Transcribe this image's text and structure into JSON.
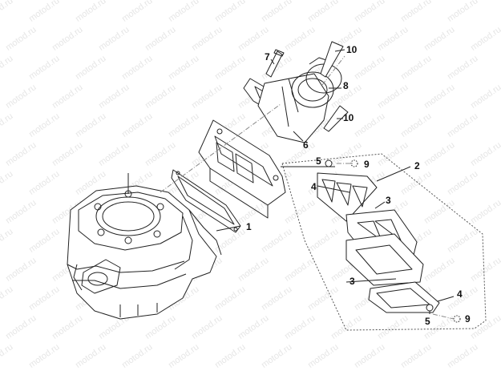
{
  "watermark": "motod.ru",
  "callouts": {
    "c1": "1",
    "c2": "2",
    "c3a": "3",
    "c3b": "3",
    "c4a": "4",
    "c4b": "4",
    "c5a": "5",
    "c5b": "5",
    "c6": "6",
    "c7": "7",
    "c8": "8",
    "c9a": "9",
    "c9b": "9",
    "c10a": "10",
    "c10b": "10"
  }
}
